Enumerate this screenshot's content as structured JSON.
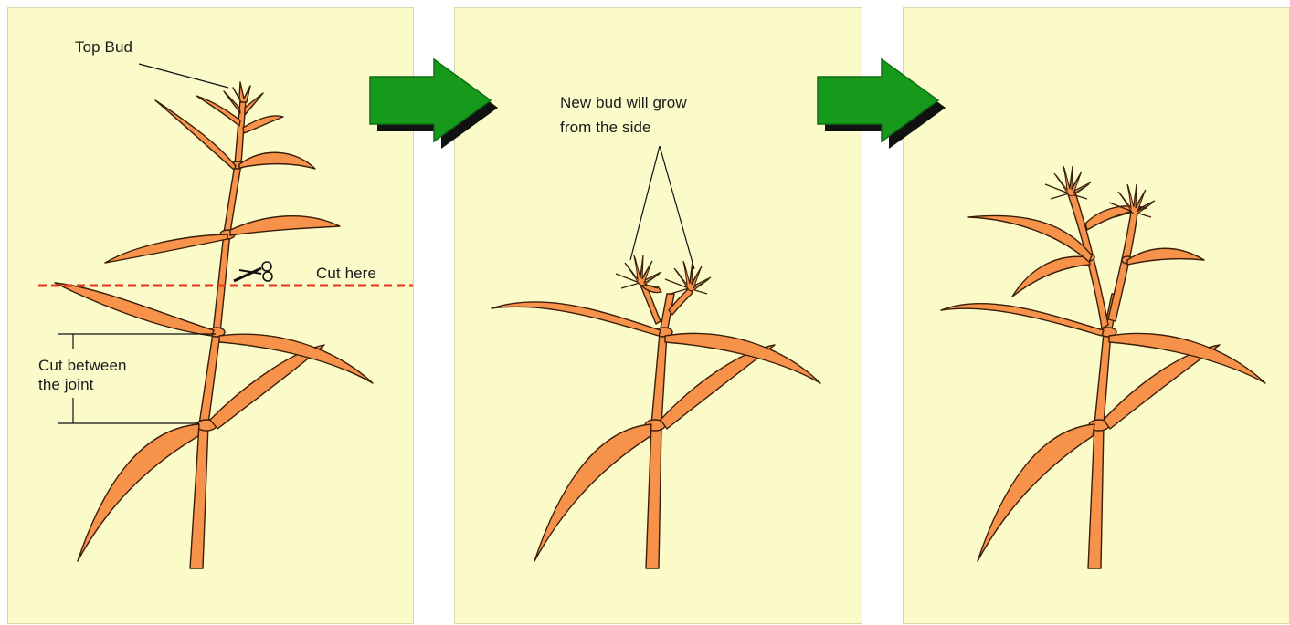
{
  "panels": [
    {
      "labels": {
        "top_bud": "Top Bud",
        "cut_here": "Cut here",
        "cut_between_line1": "Cut between",
        "cut_between_line2": "the joint"
      },
      "icons": [
        "scissors-icon"
      ]
    },
    {
      "labels": {
        "new_bud_line1": "New bud will grow",
        "new_bud_line2": "from the side"
      }
    },
    {
      "labels": {}
    }
  ],
  "arrows": [
    "arrow-right-icon",
    "arrow-right-icon"
  ],
  "colors": {
    "panel_bg": "#fbfbc9",
    "plant_fill": "#f7924a",
    "plant_stroke": "#3a1e0a",
    "cut_line": "#e8361f",
    "arrow_green": "#179a1c",
    "arrow_shadow": "#111111"
  }
}
